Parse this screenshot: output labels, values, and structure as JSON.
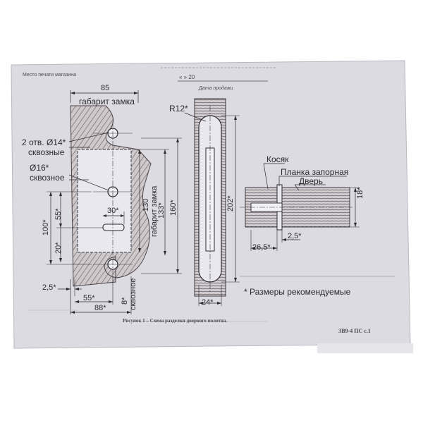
{
  "header": {
    "stamp_place": "Место печати магазина",
    "date_row": "«    »                    20",
    "sale_date": "Дата продажи"
  },
  "drawing": {
    "dim_85": "85",
    "gabarit_zamka": "габарит замка",
    "hole_2x14": "2 отв. Ø14*",
    "skvoznye": "сквозные",
    "hole_16": "Ø16*",
    "skvoznoe": "сквозное",
    "dim_30": "30*",
    "dim_55v": "55*",
    "dim_100": "100*",
    "dim_20": "20*",
    "dim_130": "130",
    "gabarit_zamka_v": "габарит замка",
    "dim_133": "133*",
    "dim_160": "160*",
    "dim_2_5_left": "2,5*",
    "dim_55h": "55*",
    "dim_88": "88*",
    "dim_8": "8*",
    "skvoznoe_v": "сквозное",
    "r12": "R12*",
    "dim_202": "202*",
    "dim_24": "24*",
    "kosyak": "Косяк",
    "planka": "Планка запорная",
    "dver": "Дверь",
    "dim_18": "18*",
    "dim_2_5_right": "2,5*",
    "dim_26_5": "26,5*",
    "note": "* Размеры рекомендуемые"
  },
  "footer": {
    "caption": "Рисунок 1 – Схема разделки дверного полотна.",
    "doc_code": "ЗВ9-4 ПС    с.1"
  },
  "colors": {
    "paper": "#dcdbe2",
    "ink": "#2b2b2e",
    "hatch": "#5b5556"
  }
}
